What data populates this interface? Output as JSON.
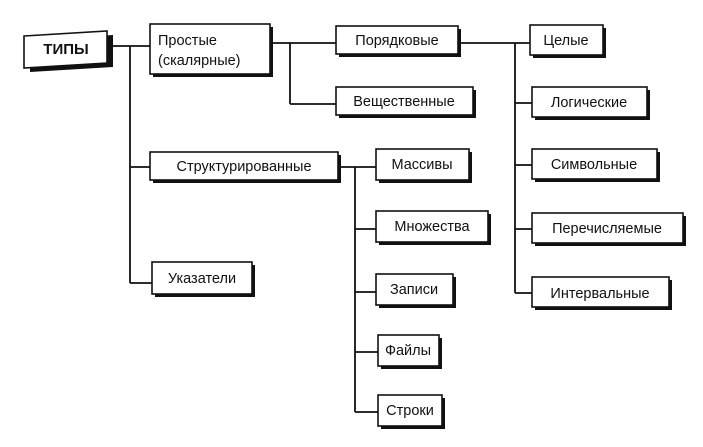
{
  "diagram": {
    "root": "ТИПЫ",
    "simple": {
      "line1": "Простые",
      "line2": "(скалярные)"
    },
    "ordinal": "Порядковые",
    "real": "Вещественные",
    "structured": "Структурированные",
    "pointers": "Указатели",
    "integer": "Целые",
    "logical": "Логические",
    "character": "Символьные",
    "enumerated": "Перечисляемые",
    "interval": "Интервальные",
    "arrays": "Массивы",
    "sets": "Множества",
    "records": "Записи",
    "files": "Файлы",
    "strings": "Строки"
  }
}
